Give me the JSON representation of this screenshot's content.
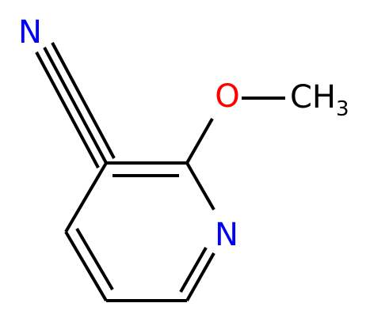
{
  "molecule": {
    "atoms": {
      "nitrile_n": {
        "symbol": "N",
        "color": "#0000ff"
      },
      "ring_n": {
        "symbol": "N",
        "color": "#0000ff"
      },
      "oxygen": {
        "symbol": "O",
        "color": "#ff0000"
      },
      "methyl": {
        "symbol": "CH",
        "subscript": "3",
        "color": "#000000"
      }
    }
  }
}
